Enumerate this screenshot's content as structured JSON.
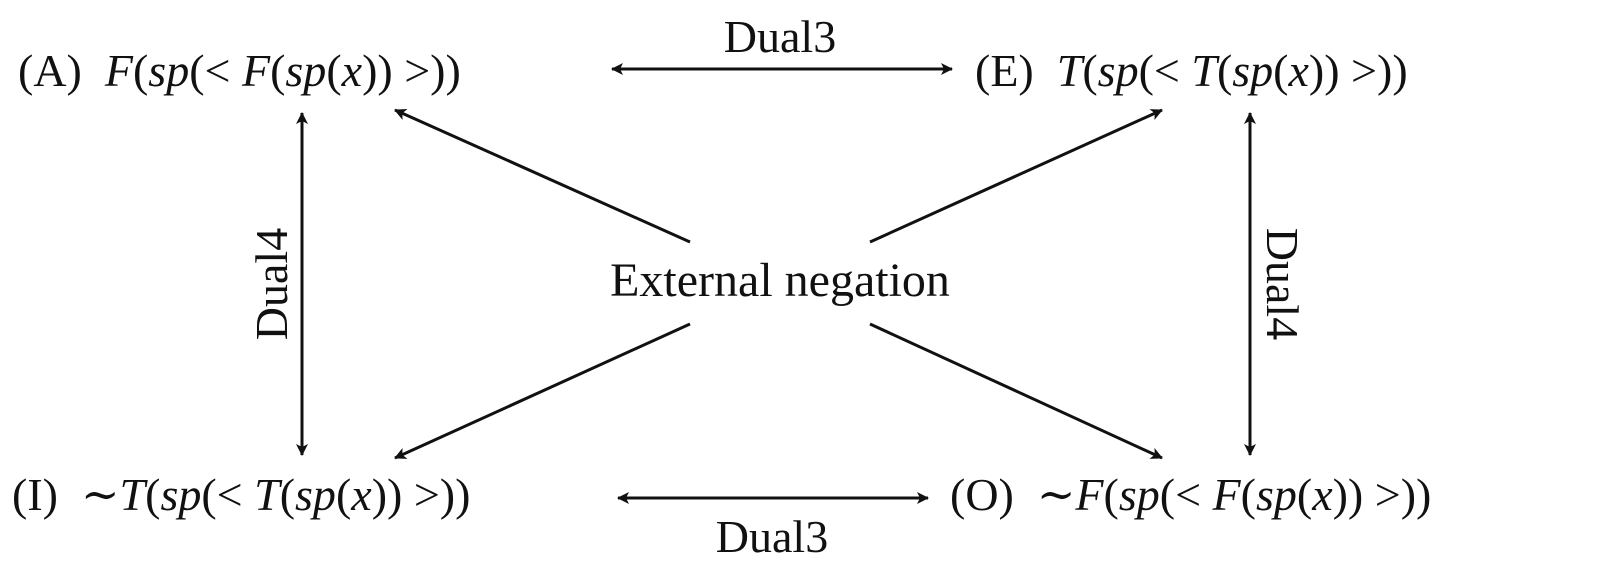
{
  "nodes": {
    "a": {
      "tag": "(A)",
      "sign": "",
      "expr": [
        {
          "t": "F",
          "m": true
        },
        {
          "t": "(",
          "m": false
        },
        {
          "t": "sp",
          "m": true
        },
        {
          "t": "(< ",
          "m": false
        },
        {
          "t": "F",
          "m": true
        },
        {
          "t": "(",
          "m": false
        },
        {
          "t": "sp",
          "m": true
        },
        {
          "t": "(",
          "m": false
        },
        {
          "t": "x",
          "m": true
        },
        {
          "t": ")) >))",
          "m": false
        }
      ]
    },
    "e": {
      "tag": "(E)",
      "sign": "",
      "expr": [
        {
          "t": "T",
          "m": true
        },
        {
          "t": "(",
          "m": false
        },
        {
          "t": "sp",
          "m": true
        },
        {
          "t": "(< ",
          "m": false
        },
        {
          "t": "T",
          "m": true
        },
        {
          "t": "(",
          "m": false
        },
        {
          "t": "sp",
          "m": true
        },
        {
          "t": "(",
          "m": false
        },
        {
          "t": "x",
          "m": true
        },
        {
          "t": ")) >))",
          "m": false
        }
      ]
    },
    "i": {
      "tag": "(I)",
      "sign": "∼",
      "expr": [
        {
          "t": "T",
          "m": true
        },
        {
          "t": "(",
          "m": false
        },
        {
          "t": "sp",
          "m": true
        },
        {
          "t": "(< ",
          "m": false
        },
        {
          "t": "T",
          "m": true
        },
        {
          "t": "(",
          "m": false
        },
        {
          "t": "sp",
          "m": true
        },
        {
          "t": "(",
          "m": false
        },
        {
          "t": "x",
          "m": true
        },
        {
          "t": ")) >))",
          "m": false
        }
      ]
    },
    "o": {
      "tag": "(O)",
      "sign": "∼",
      "expr": [
        {
          "t": "F",
          "m": true
        },
        {
          "t": "(",
          "m": false
        },
        {
          "t": "sp",
          "m": true
        },
        {
          "t": "(< ",
          "m": false
        },
        {
          "t": "F",
          "m": true
        },
        {
          "t": "(",
          "m": false
        },
        {
          "t": "sp",
          "m": true
        },
        {
          "t": "(",
          "m": false
        },
        {
          "t": "x",
          "m": true
        },
        {
          "t": ")) >))",
          "m": false
        }
      ]
    }
  },
  "edges": {
    "top_label": "Dual3",
    "bottom_label": "Dual3",
    "left_label": "Dual4",
    "right_label": "Dual4",
    "center_label": "External negation"
  }
}
